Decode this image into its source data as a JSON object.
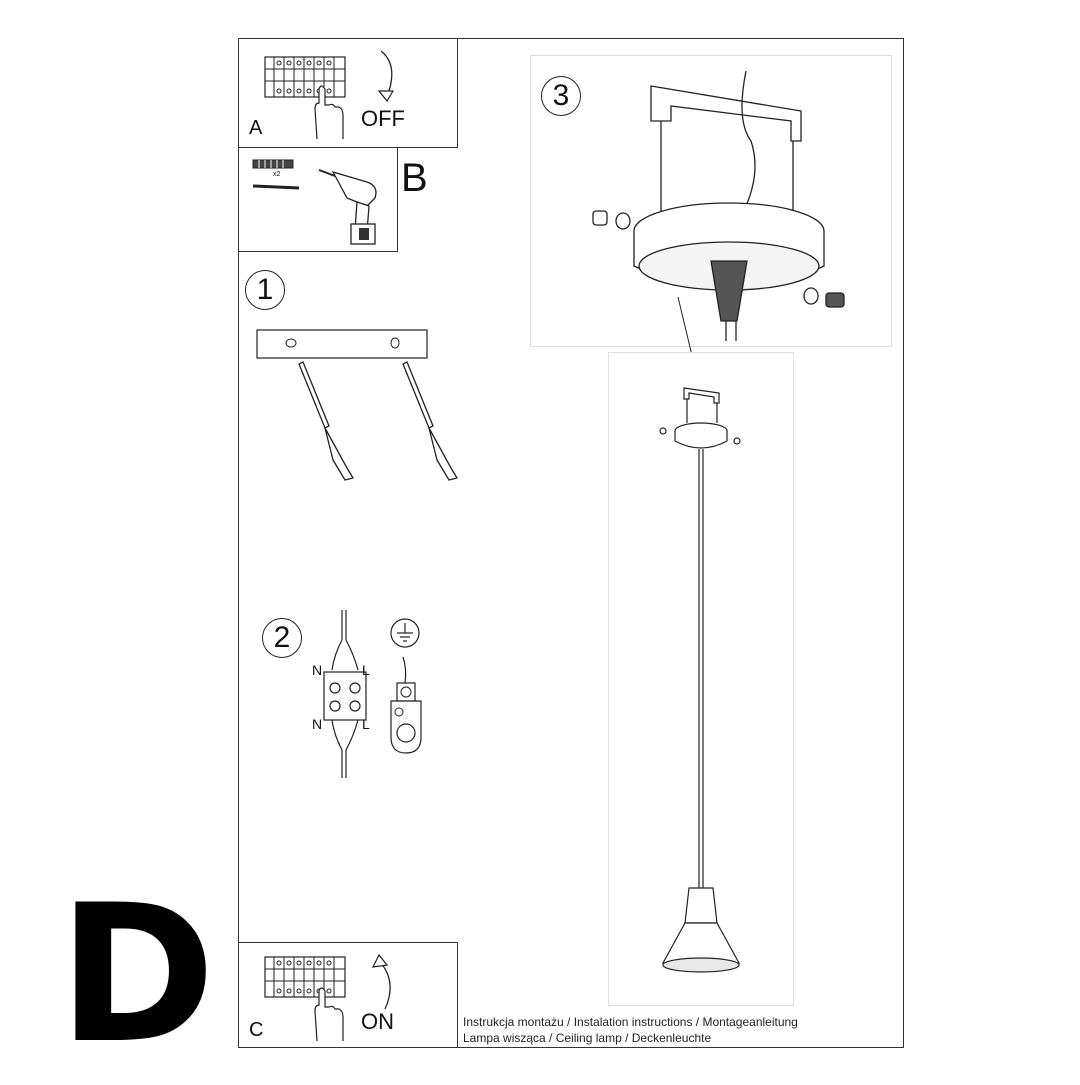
{
  "panel_a": {
    "letter": "A",
    "action": "OFF"
  },
  "panel_b": {
    "letter": "B",
    "quantity": "x2"
  },
  "panel_c": {
    "letter": "C",
    "action": "ON"
  },
  "steps": {
    "one": "1",
    "two": "2",
    "three": "3"
  },
  "wiring": {
    "neutral_top": "N",
    "live_top": "L",
    "neutral_bottom": "N",
    "live_bottom": "L"
  },
  "corner_letter": "D",
  "caption": {
    "line1": "Instrukcja montażu / Instalation instructions / Montageanleitung",
    "line2": "Lampa wisząca / Ceiling lamp / Deckenleuchte"
  },
  "icons": [
    "breaker-panel-icon",
    "hand-icon",
    "arrow-down-icon",
    "arrow-up-icon",
    "wall-plug-icon",
    "screw-icon",
    "drill-icon",
    "ground-symbol-icon",
    "terminal-block-icon",
    "ceiling-canopy-icon",
    "pendant-lamp-icon"
  ]
}
